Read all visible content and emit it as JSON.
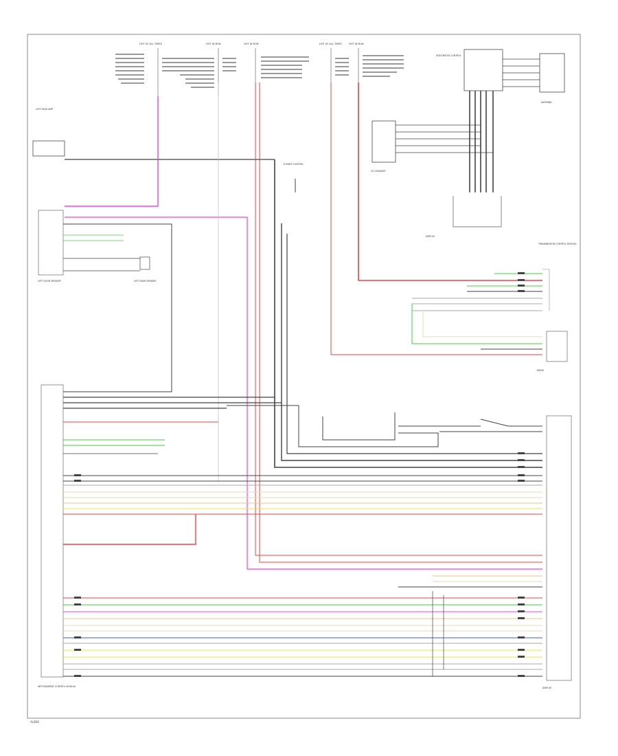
{
  "colors": {
    "black": "#404040",
    "pink": "#f040f0",
    "red": "#f04040",
    "green": "#40d040",
    "yellow": "#e8e840",
    "blue": "#4050f0",
    "tan": "#e8d8b0",
    "gray": "#a8a8a8",
    "orange": "#f0c080"
  },
  "components": {
    "top_fuse_1": "HOT AT ALL TIMES",
    "top_fuse_2": "HOT IN RUN",
    "top_fuse_3": "HOT IN RUN",
    "top_fuse_4": "HOT AT ALL TIMES",
    "top_fuse_5": "HOT IN RUN",
    "left_amp": "LEFT REAR AMP",
    "left_door": "LEFT DOOR SPEAKER",
    "left_sub": "LEFT REAR SPEAKER",
    "mid_amp": "CLIMATE CONTROL",
    "right_module": "TRANSMISSION CONTROL MODULE",
    "radio": "RADIO",
    "cd_changer": "CD CHANGER",
    "display": "DISPLAY",
    "center_module": "INTEGRATED CONTROL",
    "antenna": "ANTENNA",
    "main_unit": "INFOTAINMENT CONTROL MODULE",
    "footer": "AUDIO"
  }
}
